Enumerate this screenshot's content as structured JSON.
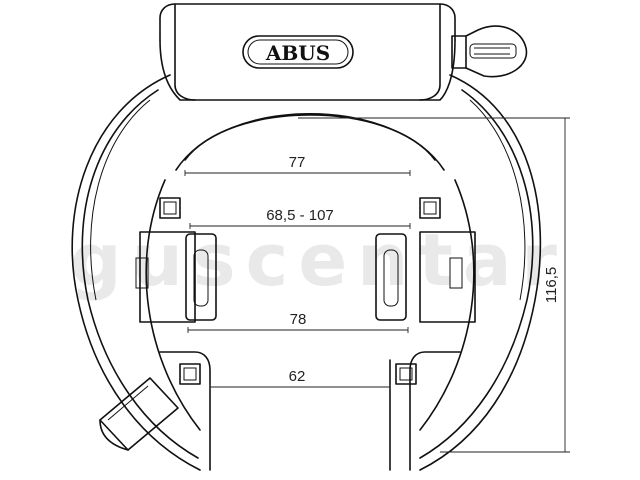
{
  "brand": "ABUS",
  "watermark": "guscentar",
  "dimensions": {
    "width_top": "77",
    "width_range": "68,5 - 107",
    "width_mid": "78",
    "width_bottom": "62",
    "height": "116,5"
  },
  "colors": {
    "line": "#111111",
    "watermark": "#e9e9e9"
  }
}
